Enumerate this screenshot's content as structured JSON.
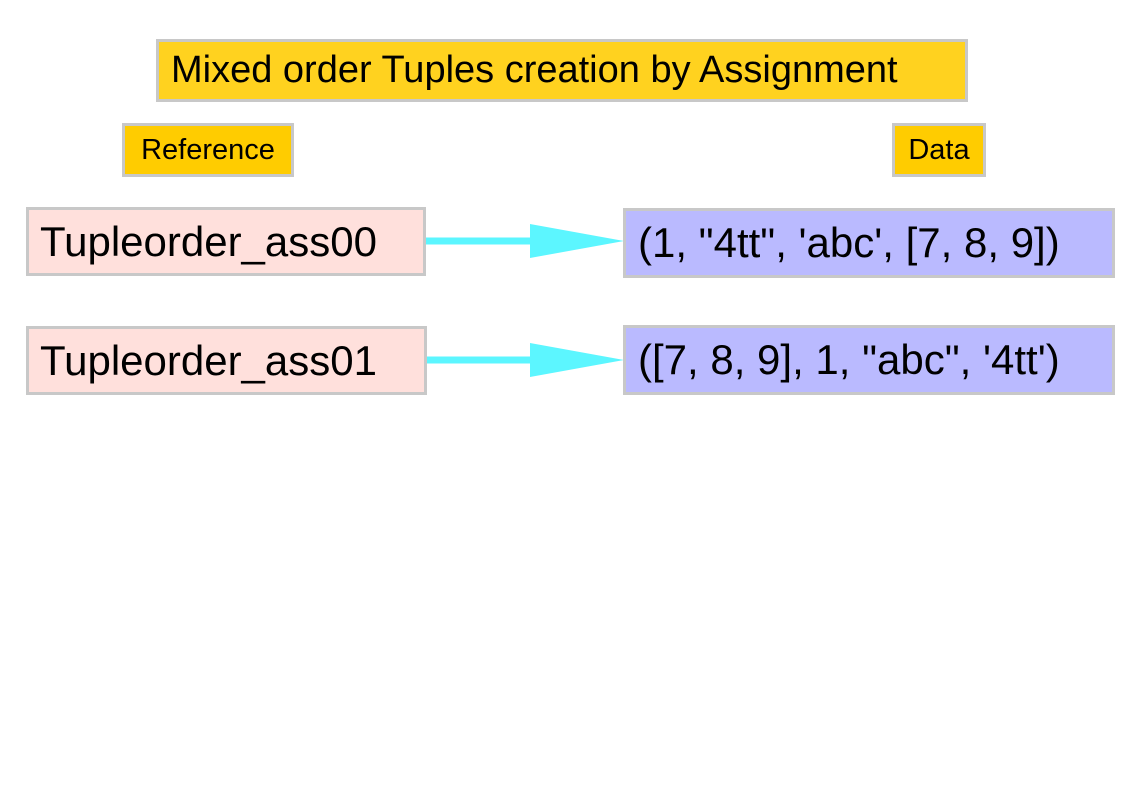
{
  "title": "Mixed order Tuples creation by Assignment",
  "headers": {
    "reference": "Reference",
    "data": "Data"
  },
  "rows": [
    {
      "reference": "Tupleorder_ass00",
      "data": "(1, \"4tt\", 'abc', [7, 8, 9])"
    },
    {
      "reference": "Tupleorder_ass01",
      "data": "([7, 8, 9], 1, \"abc\", '4tt')"
    }
  ],
  "colors": {
    "title_fill": "#ffd21f",
    "header_fill": "#ffcc00",
    "reference_fill": "#ffe0dc",
    "data_fill": "#babaff",
    "arrow": "#5cf6ff",
    "border": "#c8c8c8"
  }
}
